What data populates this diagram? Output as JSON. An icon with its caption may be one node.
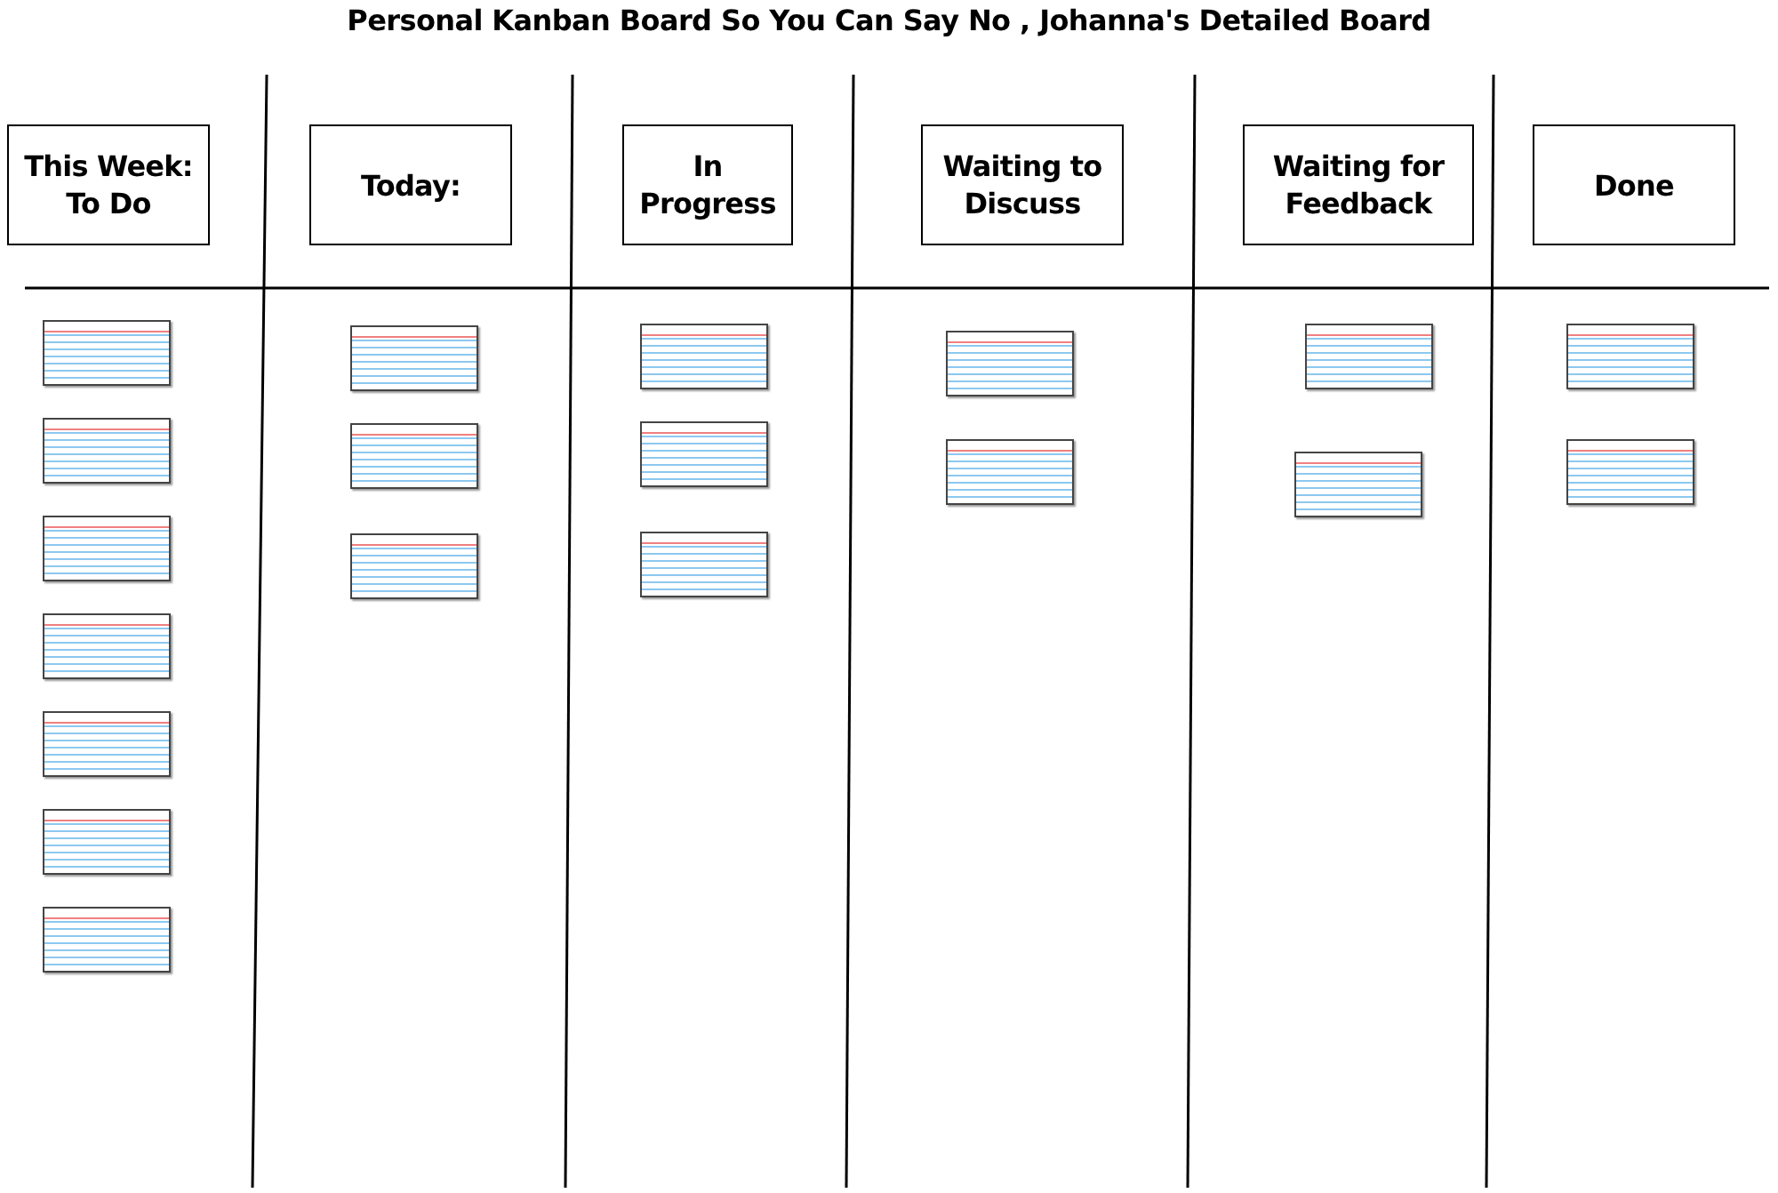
{
  "diagram": {
    "title": "Personal Kanban Board So You Can Say No , Johanna's Detailed Board",
    "nodes": [
      {
        "text": [
          "This Week: To Do"
        ]
      },
      {
        "text": [
          "Today:"
        ]
      },
      {
        "text": [
          "In Progress"
        ]
      },
      {
        "text": [
          "Waiting to Discuss"
        ]
      },
      {
        "text": [
          "Waiting for Feedback"
        ]
      },
      {
        "text": [
          "Done"
        ]
      },
      {
        "text": [],
        "shape": "card"
      },
      {
        "text": [],
        "shape": "card"
      },
      {
        "text": [],
        "shape": "card"
      },
      {
        "text": [],
        "shape": "card"
      },
      {
        "text": [],
        "shape": "card"
      },
      {
        "text": [],
        "shape": "card"
      },
      {
        "text": [],
        "shape": "card"
      },
      {
        "text": [],
        "shape": "card"
      },
      {
        "text": [],
        "shape": "card"
      },
      {
        "text": [],
        "shape": "card"
      },
      {
        "text": [],
        "shape": "card"
      },
      {
        "text": [],
        "shape": "card"
      },
      {
        "text": [],
        "shape": "card"
      },
      {
        "text": [],
        "shape": "card"
      },
      {
        "text": [],
        "shape": "card"
      },
      {
        "text": [],
        "shape": "card"
      },
      {
        "text": [],
        "shape": "card"
      },
      {
        "text": [],
        "shape": "card"
      },
      {
        "text": [],
        "shape": "card"
      }
    ],
    "edges": []
  }
}
